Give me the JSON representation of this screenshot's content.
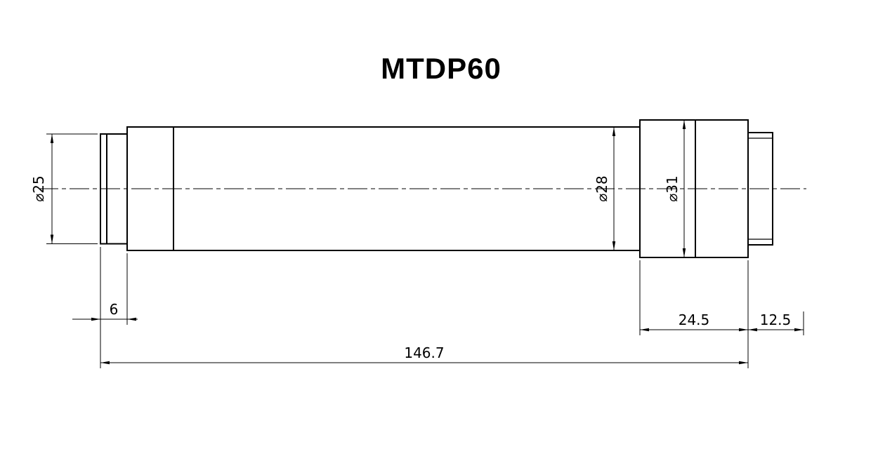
{
  "title": "MTDP60",
  "dimensions": {
    "diameter_left": "⌀25",
    "diameter_body": "⌀28",
    "diameter_flange": "⌀31",
    "length_left_step": "6",
    "length_overall": "146.7",
    "length_flange": "24.5",
    "length_rear": "12.5"
  }
}
